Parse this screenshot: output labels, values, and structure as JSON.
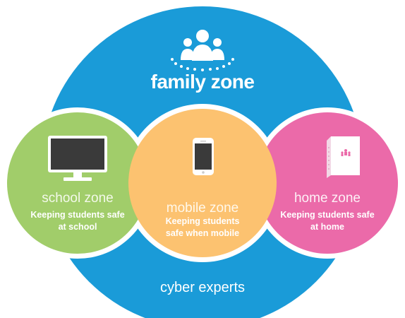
{
  "brand": {
    "title": "family zone"
  },
  "zones": [
    {
      "id": "school",
      "title": "school zone",
      "description": "Keeping students safe at school",
      "color": "#a1cd6a",
      "icon": "monitor-icon"
    },
    {
      "id": "mobile",
      "title": "mobile zone",
      "description": "Keeping students safe when mobile",
      "color": "#fcc270",
      "icon": "smartphone-icon"
    },
    {
      "id": "home",
      "title": "home zone",
      "description": "Keeping students safe at home",
      "color": "#eb6aa9",
      "icon": "router-box-icon"
    }
  ],
  "footer": {
    "label": "cyber experts"
  },
  "colors": {
    "outer_circle": "#1a9bd8",
    "icon_white": "#ffffff",
    "screen_dark": "#3a3a3a"
  }
}
